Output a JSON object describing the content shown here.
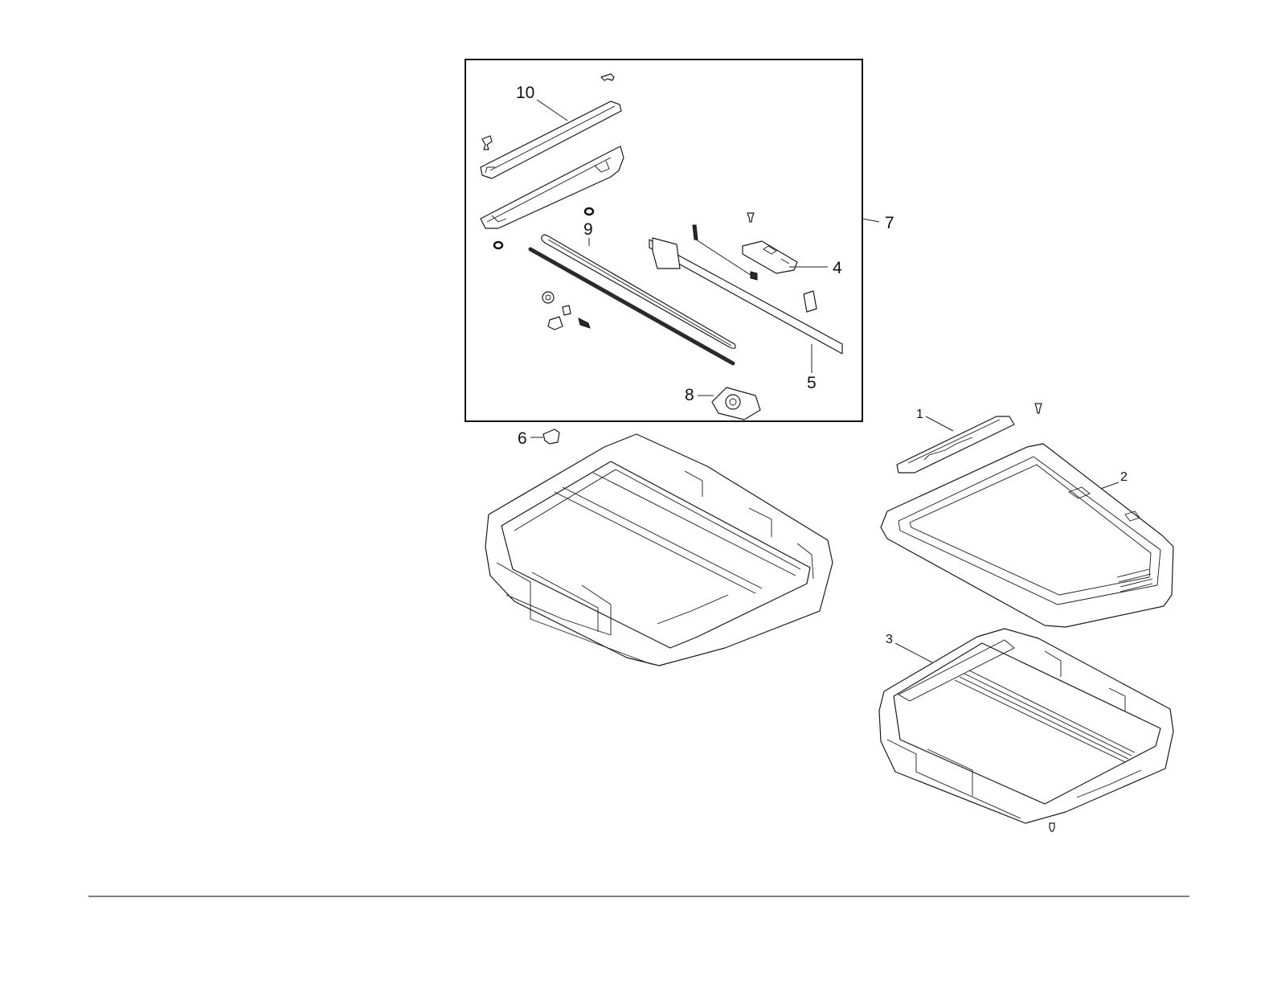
{
  "diagram": {
    "callouts": [
      {
        "id": "c10",
        "label": "10"
      },
      {
        "id": "c9",
        "label": "9"
      },
      {
        "id": "c7",
        "label": "7"
      },
      {
        "id": "c4",
        "label": "4"
      },
      {
        "id": "c5",
        "label": "5"
      },
      {
        "id": "c8",
        "label": "8"
      },
      {
        "id": "c6",
        "label": "6"
      },
      {
        "id": "c1",
        "label": "1"
      },
      {
        "id": "c2",
        "label": "2"
      },
      {
        "id": "c3",
        "label": "3"
      }
    ]
  }
}
